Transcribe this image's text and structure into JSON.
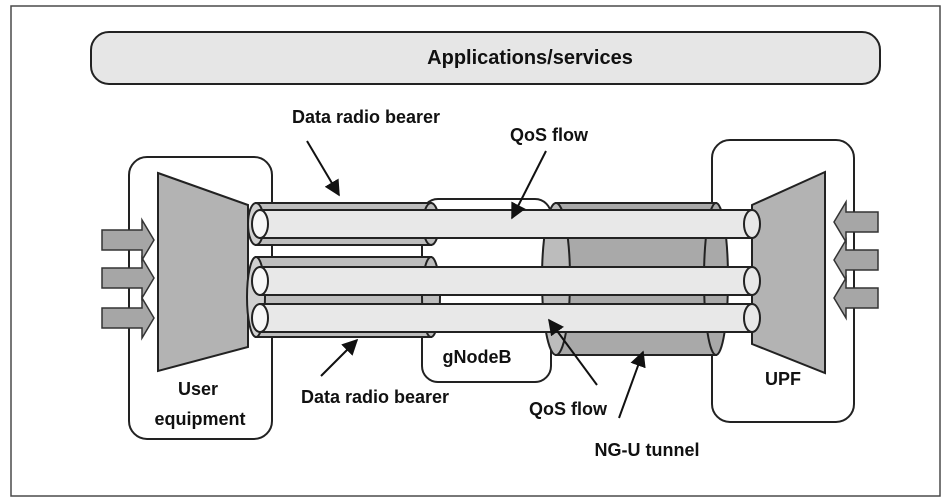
{
  "labels": {
    "applications": "Applications/services",
    "drb_top": "Data radio bearer",
    "qos_top": "QoS flow",
    "user_equipment_line1": "User",
    "user_equipment_line2": "equipment",
    "drb_bottom": "Data radio bearer",
    "gnodeb": "gNodeB",
    "qos_bottom": "QoS flow",
    "upf": "UPF",
    "ngu_tunnel": "NG-U tunnel"
  },
  "colors": {
    "frame": "#4a4a4a",
    "box_fill": "#e6e6e6",
    "bearer_fill": "#bdbdbd",
    "tunnel_fill": "#a9a9a9",
    "flow_fill": "#e8e8e8",
    "arrow_fill": "#a6a6a6",
    "text": "#111111"
  }
}
